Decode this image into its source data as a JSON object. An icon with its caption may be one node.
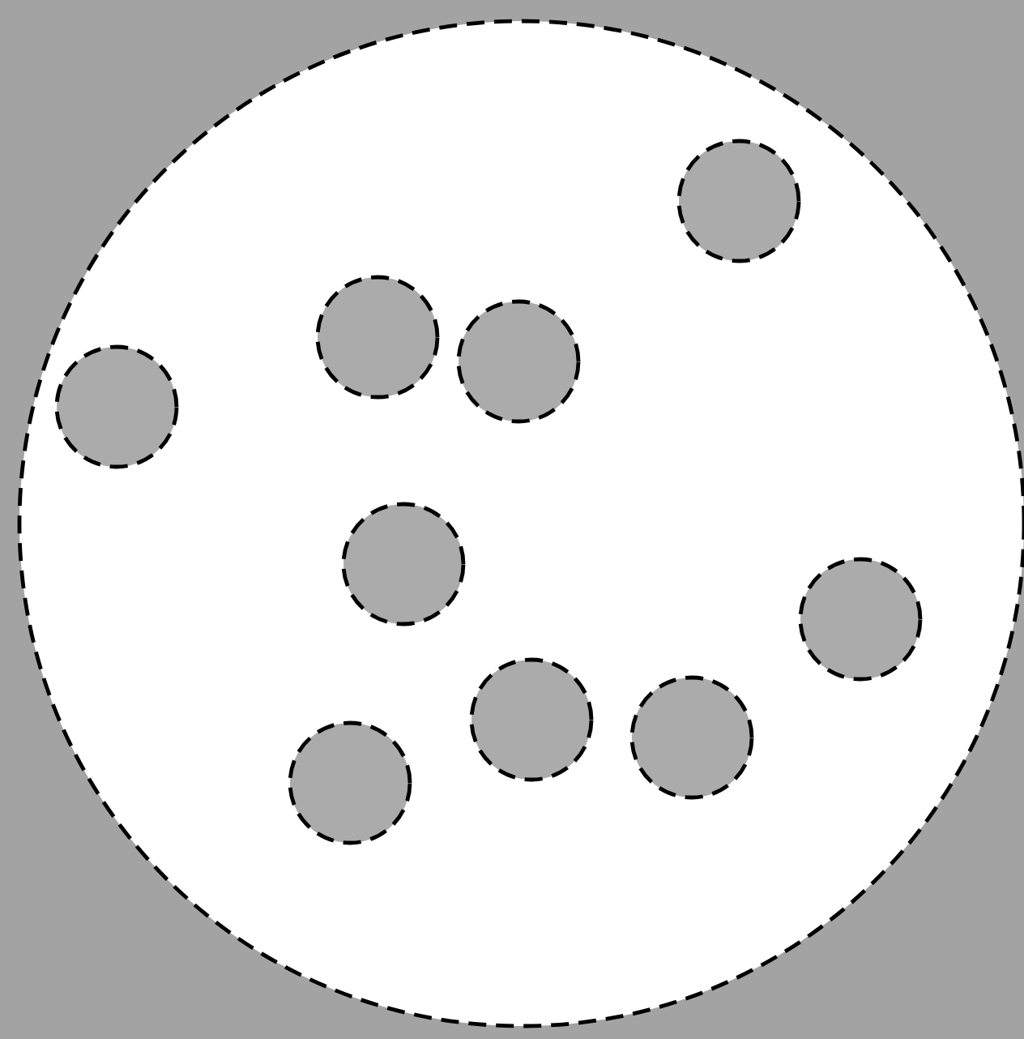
{
  "diagram": {
    "nodes": [
      {
        "text": [],
        "shape": "circle"
      },
      {
        "text": [],
        "shape": "circle",
        "in": 0
      },
      {
        "text": [],
        "shape": "circle",
        "in": 0
      },
      {
        "text": [],
        "shape": "circle",
        "in": 0
      },
      {
        "text": [],
        "shape": "circle",
        "in": 0
      },
      {
        "text": [],
        "shape": "circle",
        "in": 0
      },
      {
        "text": [],
        "shape": "circle",
        "in": 0
      },
      {
        "text": [],
        "shape": "circle",
        "in": 0
      },
      {
        "text": [],
        "shape": "circle",
        "in": 0
      },
      {
        "text": [],
        "shape": "circle",
        "in": 0
      }
    ]
  }
}
